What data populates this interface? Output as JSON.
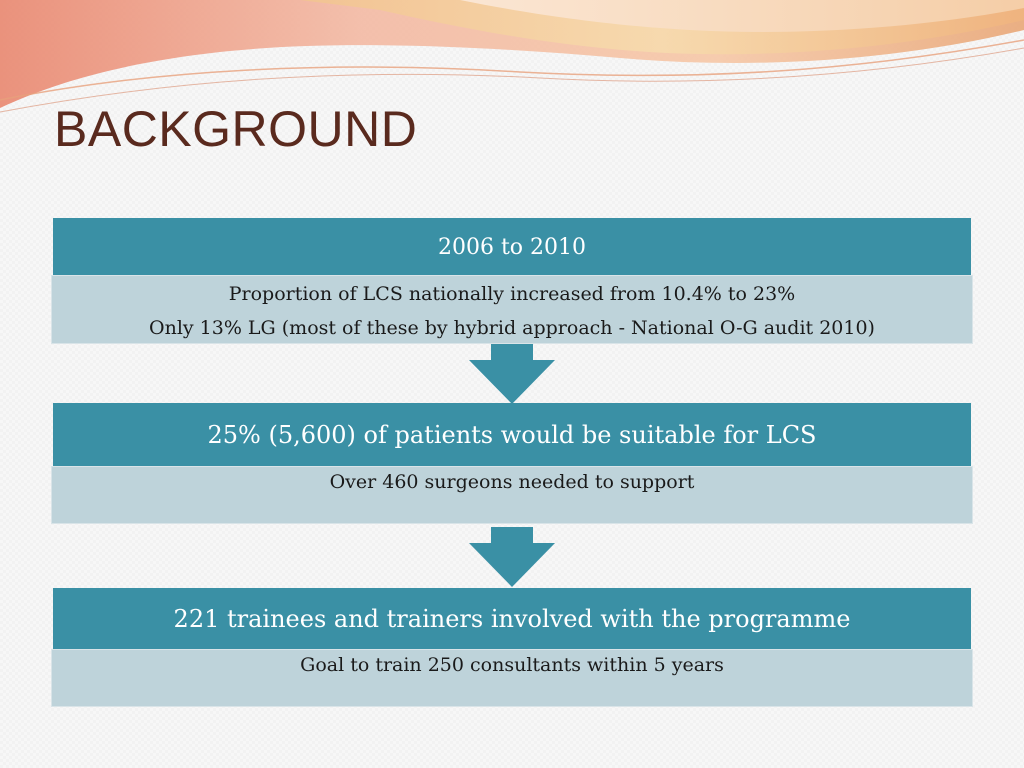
{
  "slide": {
    "title": "BACKGROUND"
  },
  "flow": {
    "steps": [
      {
        "heading": "2006 to 2010",
        "lines": [
          "Proportion of LCS nationally increased from 10.4% to 23%",
          "Only 13% LG (most of  these by hybrid approach - National O-G audit 2010)"
        ]
      },
      {
        "heading": "25% (5,600) of patients would be suitable for LCS",
        "lines": [
          "Over 460 surgeons needed to support"
        ]
      },
      {
        "heading": "221 trainees and trainers involved with the programme",
        "lines": [
          "Goal to train 250 consultants within 5 years"
        ]
      }
    ]
  },
  "colors": {
    "header_fill": "#3a90a5",
    "body_fill": "#bed3da",
    "title_text": "#5a2a1e",
    "arrow_fill": "#3a90a5"
  },
  "icons": {
    "arrow": "down-arrow-icon",
    "decoration": "wave-swoosh"
  }
}
